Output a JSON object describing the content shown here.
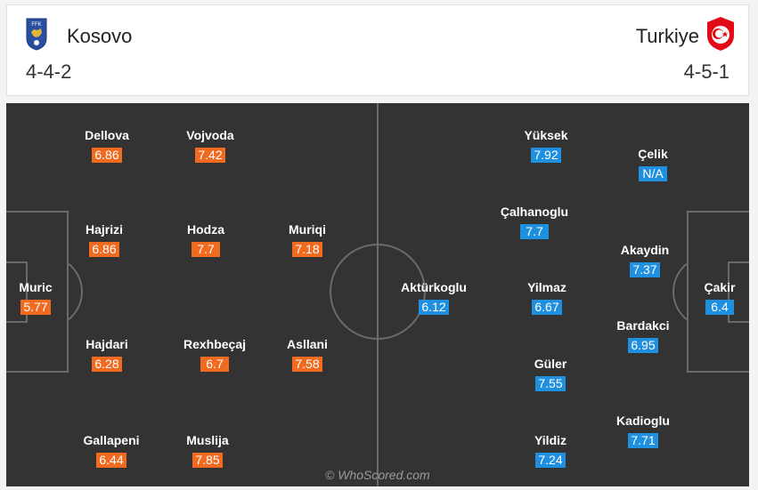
{
  "home": {
    "name": "Kosovo",
    "formation": "4-4-2",
    "badge_icon": "kosovo-federation-crest",
    "badge_text": "FFK",
    "rating_color": "#f06a1f",
    "players": [
      {
        "name": "Dellova",
        "rating": "6.86"
      },
      {
        "name": "Vojvoda",
        "rating": "7.42"
      },
      {
        "name": "Hajrizi",
        "rating": "6.86"
      },
      {
        "name": "Hodza",
        "rating": "7.7"
      },
      {
        "name": "Muriqi",
        "rating": "7.18"
      },
      {
        "name": "Muric",
        "rating": "5.77"
      },
      {
        "name": "Hajdari",
        "rating": "6.28"
      },
      {
        "name": "Rexhbeçaj",
        "rating": "6.7"
      },
      {
        "name": "Asllani",
        "rating": "7.58"
      },
      {
        "name": "Gallapeni",
        "rating": "6.44"
      },
      {
        "name": "Muslija",
        "rating": "7.85"
      }
    ]
  },
  "away": {
    "name": "Turkiye",
    "formation": "4-5-1",
    "badge_icon": "turkish-federation-crest",
    "rating_color": "#1f8fe0",
    "players": [
      {
        "name": "Yüksek",
        "rating": "7.92"
      },
      {
        "name": "Çelik",
        "rating": "N/A"
      },
      {
        "name": "Çalhanoglu",
        "rating": "7.7"
      },
      {
        "name": "Akaydin",
        "rating": "7.37"
      },
      {
        "name": "Aktürkoglu",
        "rating": "6.12"
      },
      {
        "name": "Yilmaz",
        "rating": "6.67"
      },
      {
        "name": "Çakir",
        "rating": "6.4"
      },
      {
        "name": "Bardakci",
        "rating": "6.95"
      },
      {
        "name": "Güler",
        "rating": "7.55"
      },
      {
        "name": "Kadioglu",
        "rating": "7.71"
      },
      {
        "name": "Yildiz",
        "rating": "7.24"
      }
    ]
  },
  "watermark": "© WhoScored.com",
  "pitch_color": "#333333"
}
